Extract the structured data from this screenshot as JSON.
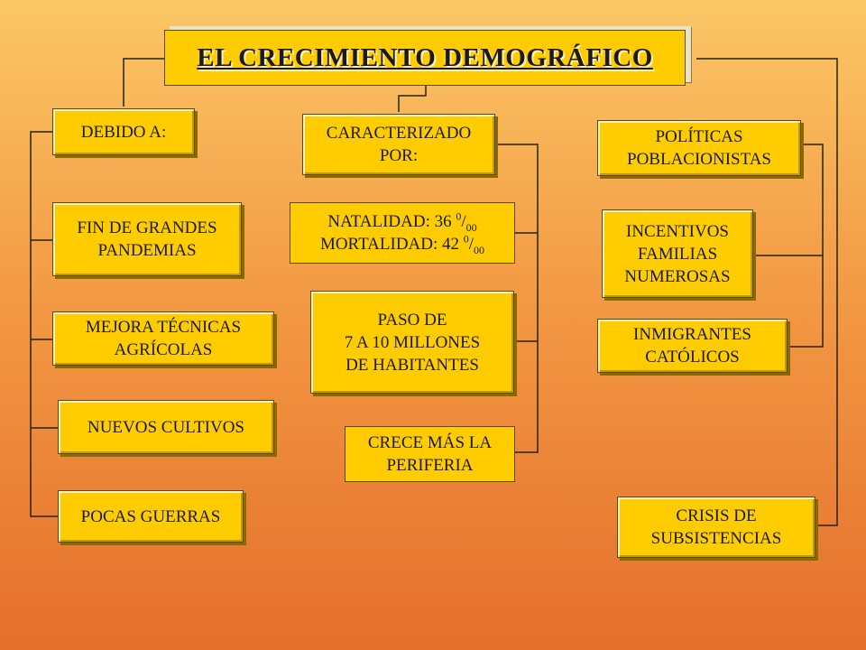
{
  "title": "EL CRECIMIENTO  DEMOGRÁFICO",
  "left": {
    "header": "DEBIDO A:",
    "items": [
      [
        "FIN DE GRANDES",
        "PANDEMIAS"
      ],
      [
        "MEJORA TÉCNICAS",
        "AGRÍCOLAS"
      ],
      [
        "NUEVOS CULTIVOS"
      ],
      [
        "POCAS GUERRAS"
      ]
    ]
  },
  "center": {
    "header": [
      "CARACTERIZADO",
      "POR:"
    ],
    "natality": {
      "label": "NATALIDAD:",
      "value": "36",
      "sup": "0",
      "sub": "00"
    },
    "mortality": {
      "label": "MORTALIDAD:",
      "value": "42",
      "sup": "0",
      "sub": "00"
    },
    "items": [
      [
        "PASO DE",
        "7 A 10 MILLONES",
        "DE HABITANTES"
      ],
      [
        "CRECE MÁS LA",
        "PERIFERIA"
      ]
    ]
  },
  "right": {
    "header": [
      "POLÍTICAS",
      "POBLACIONISTAS"
    ],
    "items": [
      [
        "INCENTIVOS",
        "FAMILIAS",
        "NUMEROSAS"
      ],
      [
        "INMIGRANTES",
        "CATÓLICOS"
      ]
    ],
    "bottom": [
      "CRISIS DE",
      "SUBSISTENCIAS"
    ]
  },
  "colors": {
    "box_fill": "#ffcc00",
    "line": "#222222"
  }
}
